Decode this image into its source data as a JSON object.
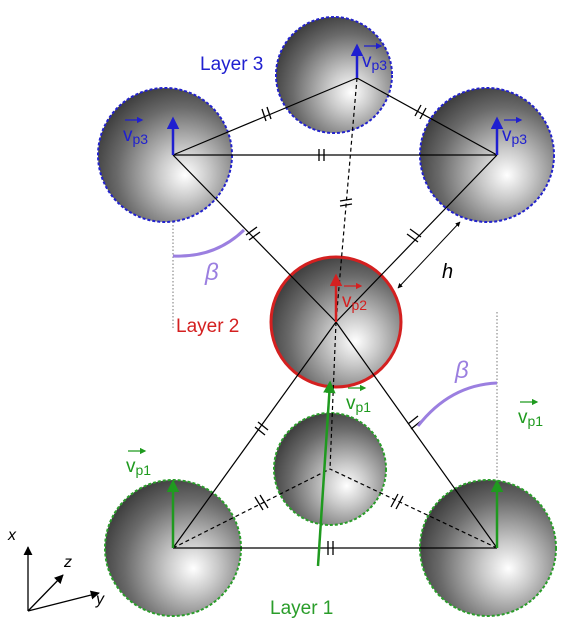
{
  "layers": {
    "layer1": {
      "label": "Layer 1",
      "color": "#2a9d2a"
    },
    "layer2": {
      "label": "Layer 2",
      "color": "#d42020"
    },
    "layer3": {
      "label": "Layer 3",
      "color": "#2020d0"
    }
  },
  "velocities": {
    "vp1_label": "v",
    "vp1_sub": "p1",
    "vp2_label": "v",
    "vp2_sub": "p2",
    "vp3_label": "v",
    "vp3_sub": "p3"
  },
  "angles": {
    "beta": "β",
    "beta_color": "#9b7fe0"
  },
  "distances": {
    "h": "h"
  },
  "axes": {
    "x": "x",
    "y": "y",
    "z": "z"
  }
}
